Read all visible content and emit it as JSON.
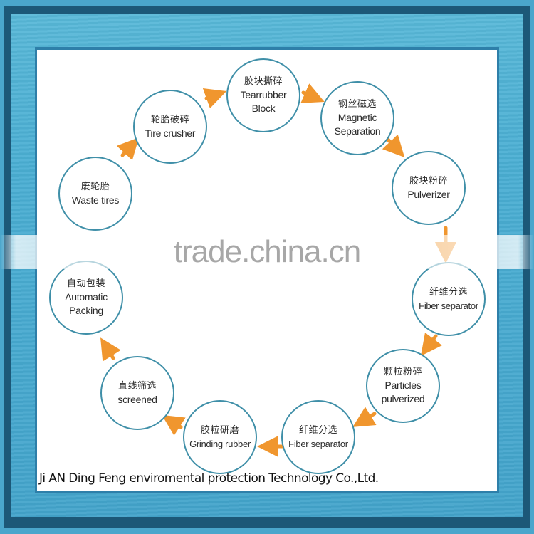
{
  "diagram": {
    "type": "process-cycle",
    "nodes": [
      {
        "id": "waste-tires",
        "zh": "废轮胎",
        "en": [
          "Waste tires"
        ]
      },
      {
        "id": "tire-crusher",
        "zh": "轮胎破碎",
        "en": [
          "Tire crusher"
        ]
      },
      {
        "id": "tearrubber-block",
        "zh": "胶块撕碎",
        "en": [
          "Tearrubber",
          "Block"
        ]
      },
      {
        "id": "magnetic-separation",
        "zh": "钢丝磁选",
        "en": [
          "Magnetic",
          "Separation"
        ]
      },
      {
        "id": "pulverizer",
        "zh": "胶块粉碎",
        "en": [
          "Pulverizer"
        ]
      },
      {
        "id": "fiber-separator-1",
        "zh": "纤维分选",
        "en": [
          "Fiber separator"
        ]
      },
      {
        "id": "particles-pulverized",
        "zh": "颗粒粉碎",
        "en": [
          "Particles",
          "pulverized"
        ]
      },
      {
        "id": "fiber-separator-2",
        "zh": "纤维分选",
        "en": [
          "Fiber separator"
        ]
      },
      {
        "id": "grinding-rubber",
        "zh": "胶粒研磨",
        "en": [
          "Grinding rubber"
        ]
      },
      {
        "id": "screened",
        "zh": "直线筛选",
        "en": [
          "screened"
        ]
      },
      {
        "id": "automatic-packing",
        "zh": "自动包装",
        "en": [
          "Automatic",
          "Packing"
        ]
      }
    ],
    "edges": [
      [
        "waste-tires",
        "tire-crusher"
      ],
      [
        "tire-crusher",
        "tearrubber-block"
      ],
      [
        "tearrubber-block",
        "magnetic-separation"
      ],
      [
        "magnetic-separation",
        "pulverizer"
      ],
      [
        "pulverizer",
        "fiber-separator-1"
      ],
      [
        "fiber-separator-1",
        "particles-pulverized"
      ],
      [
        "particles-pulverized",
        "fiber-separator-2"
      ],
      [
        "fiber-separator-2",
        "grinding-rubber"
      ],
      [
        "grinding-rubber",
        "screened"
      ],
      [
        "screened",
        "automatic-packing"
      ]
    ]
  },
  "watermark": "trade.china.cn",
  "footer": "Ji AN Ding Feng enviromental protection Technology Co.,Ltd.",
  "colors": {
    "circle_stroke": "#3f8fa8",
    "arrow": "#f0962e",
    "frame_light": "#4aaed3",
    "frame_dark": "#1c5878",
    "watermark": "#a7a7a7"
  }
}
